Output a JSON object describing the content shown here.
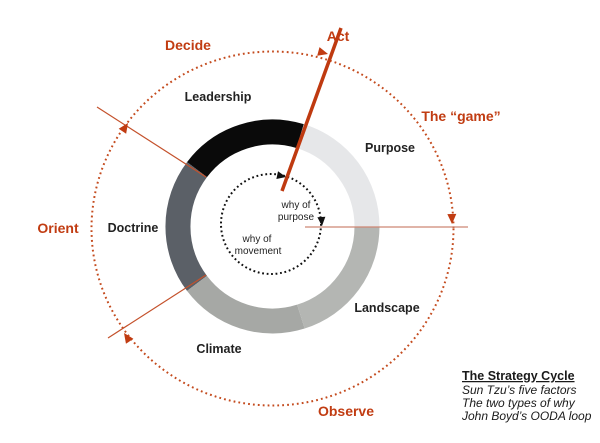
{
  "diagram": {
    "background": "#ffffff",
    "ooda": {
      "decide": "Decide",
      "act": "Act",
      "game": "The “game”",
      "orient": "Orient",
      "observe": "Observe",
      "label_color": "#c13c12",
      "dot_color": "#c44b1e"
    },
    "ring": {
      "label_color": "#222222",
      "segments": [
        {
          "id": "purpose",
          "label": "Purpose",
          "color": "#e6e7e9"
        },
        {
          "id": "leadership",
          "label": "Leadership",
          "color": "#0a0a0a"
        },
        {
          "id": "doctrine",
          "label": "Doctrine",
          "color": "#5b6067"
        },
        {
          "id": "climate",
          "label": "Climate",
          "color": "#a6a8a5"
        },
        {
          "id": "landscape",
          "label": "Landscape",
          "color": "#b4b6b3"
        }
      ]
    },
    "inner_cycle": {
      "dot_color": "#111111",
      "arrow_color": "#111111",
      "why_purpose_line1": "why of",
      "why_purpose_line2": "purpose",
      "why_movement_line1": "why of",
      "why_movement_line2": "movement"
    },
    "lines": {
      "act_line_color": "#bf3a10",
      "boundary_line_color": "#c4512b",
      "game_line_color": "#cd8673",
      "arrow_color": "#c13c12"
    },
    "legend": {
      "title": "The Strategy Cycle",
      "line1": "Sun Tzu’s five factors",
      "line2": "The two types of why",
      "line3": "John Boyd’s OODA loop",
      "color": "#1a1a1a"
    }
  }
}
